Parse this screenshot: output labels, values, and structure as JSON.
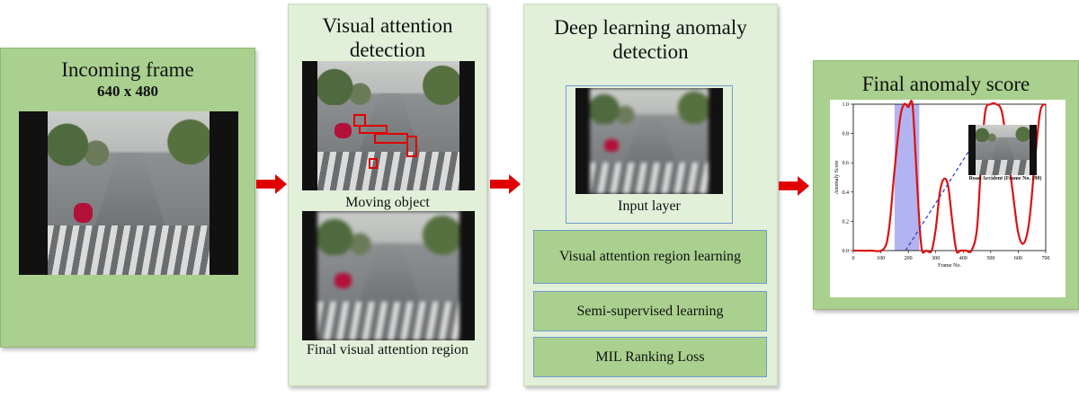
{
  "panels": {
    "incoming": {
      "title": "Incoming frame",
      "subtitle": "640 x 480"
    },
    "attention": {
      "title": "Visual attention detection",
      "caption_moving": "Moving object",
      "caption_final": "Final visual attention region"
    },
    "deep": {
      "title": "Deep learning anomaly detection",
      "caption_input": "Input layer",
      "steps": [
        "Visual attention region learning",
        "Semi-supervised learning",
        "MIL Ranking Loss"
      ]
    },
    "final": {
      "title": "Final anomaly score"
    }
  },
  "chart_data": {
    "type": "line",
    "title": "",
    "xlabel": "Frame No.",
    "ylabel": "Anomaly Score",
    "xlim": [
      0,
      700
    ],
    "ylim": [
      0,
      1.0
    ],
    "xticks": [
      0,
      100,
      200,
      300,
      400,
      500,
      600,
      700
    ],
    "yticks": [
      0.0,
      0.2,
      0.4,
      0.6,
      0.8,
      1.0
    ],
    "xtick_labels": [
      "0",
      "100",
      "200",
      "300",
      "400",
      "500",
      "600",
      "700"
    ],
    "ytick_labels": [
      "0.0",
      "0.2",
      "0.4",
      "0.6",
      "0.8",
      "1.0"
    ],
    "highlight_range": [
      150,
      240
    ],
    "series": [
      {
        "x": [
          0,
          60,
          110,
          130,
          150,
          170,
          185,
          200,
          215,
          228,
          240,
          250,
          265,
          285,
          300,
          315,
          330,
          345,
          360,
          375,
          390,
          410,
          430,
          450,
          465,
          480,
          500,
          520,
          540,
          560,
          580,
          600,
          620,
          640,
          660,
          680,
          700
        ],
        "y": [
          0.0,
          0.0,
          0.01,
          0.15,
          0.55,
          0.9,
          1.0,
          0.98,
          1.0,
          0.6,
          0.2,
          0.0,
          0.0,
          0.0,
          0.15,
          0.4,
          0.49,
          0.44,
          0.2,
          0.0,
          0.0,
          0.0,
          0.0,
          0.15,
          0.6,
          0.95,
          1.0,
          1.0,
          0.95,
          0.7,
          0.4,
          0.12,
          0.05,
          0.2,
          0.6,
          0.95,
          1.0
        ]
      }
    ],
    "annotation": {
      "text": "Road Accident (Frame No. 190)",
      "x": 190
    },
    "colors": {
      "line": "#dd1111",
      "highlight": "#9999ee",
      "pointer": "#3344cc"
    }
  }
}
